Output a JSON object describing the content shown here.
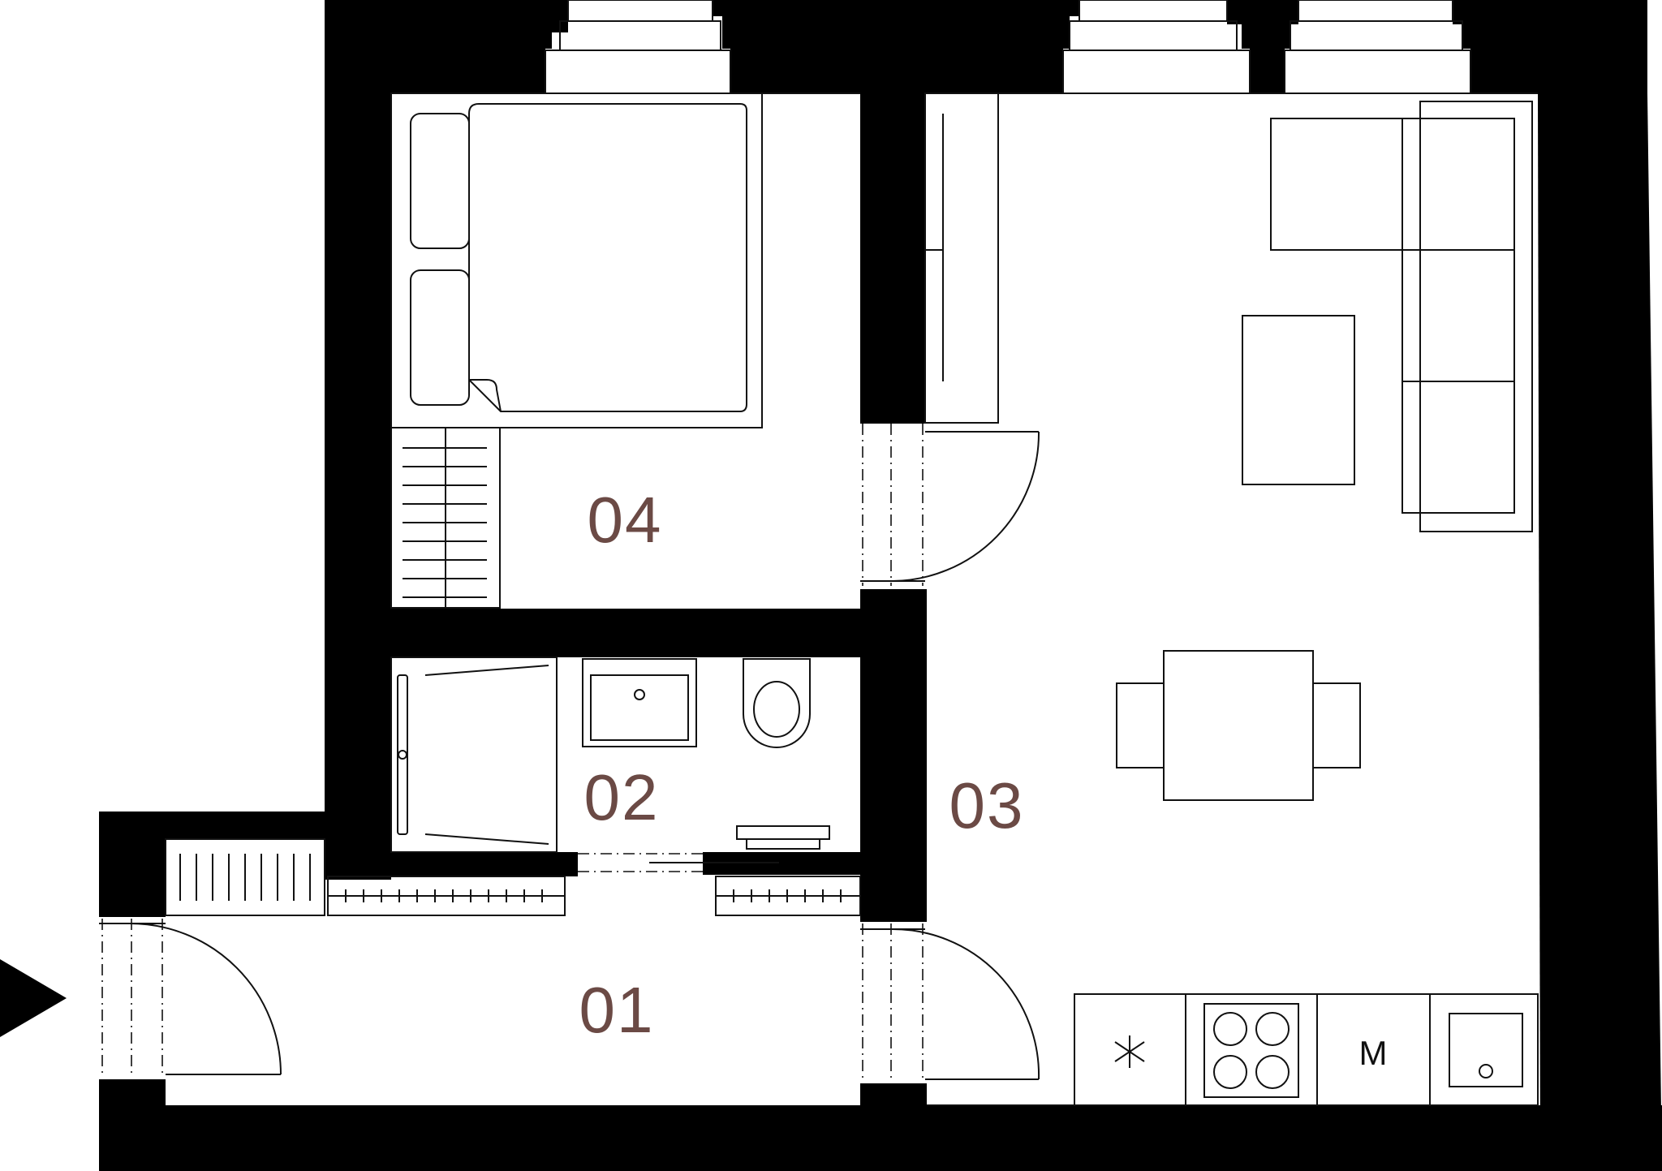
{
  "rooms": [
    {
      "id": "01"
    },
    {
      "id": "02"
    },
    {
      "id": "03"
    },
    {
      "id": "04"
    }
  ],
  "appliances": {
    "microwave_label": "M"
  },
  "colors": {
    "walls": "#000000",
    "room_label": "#6b4a45",
    "background": "#ffffff"
  },
  "icons": [
    "entrance-arrow-icon",
    "extractor-fan-icon",
    "hob-icon",
    "microwave-icon",
    "sink-icon"
  ]
}
